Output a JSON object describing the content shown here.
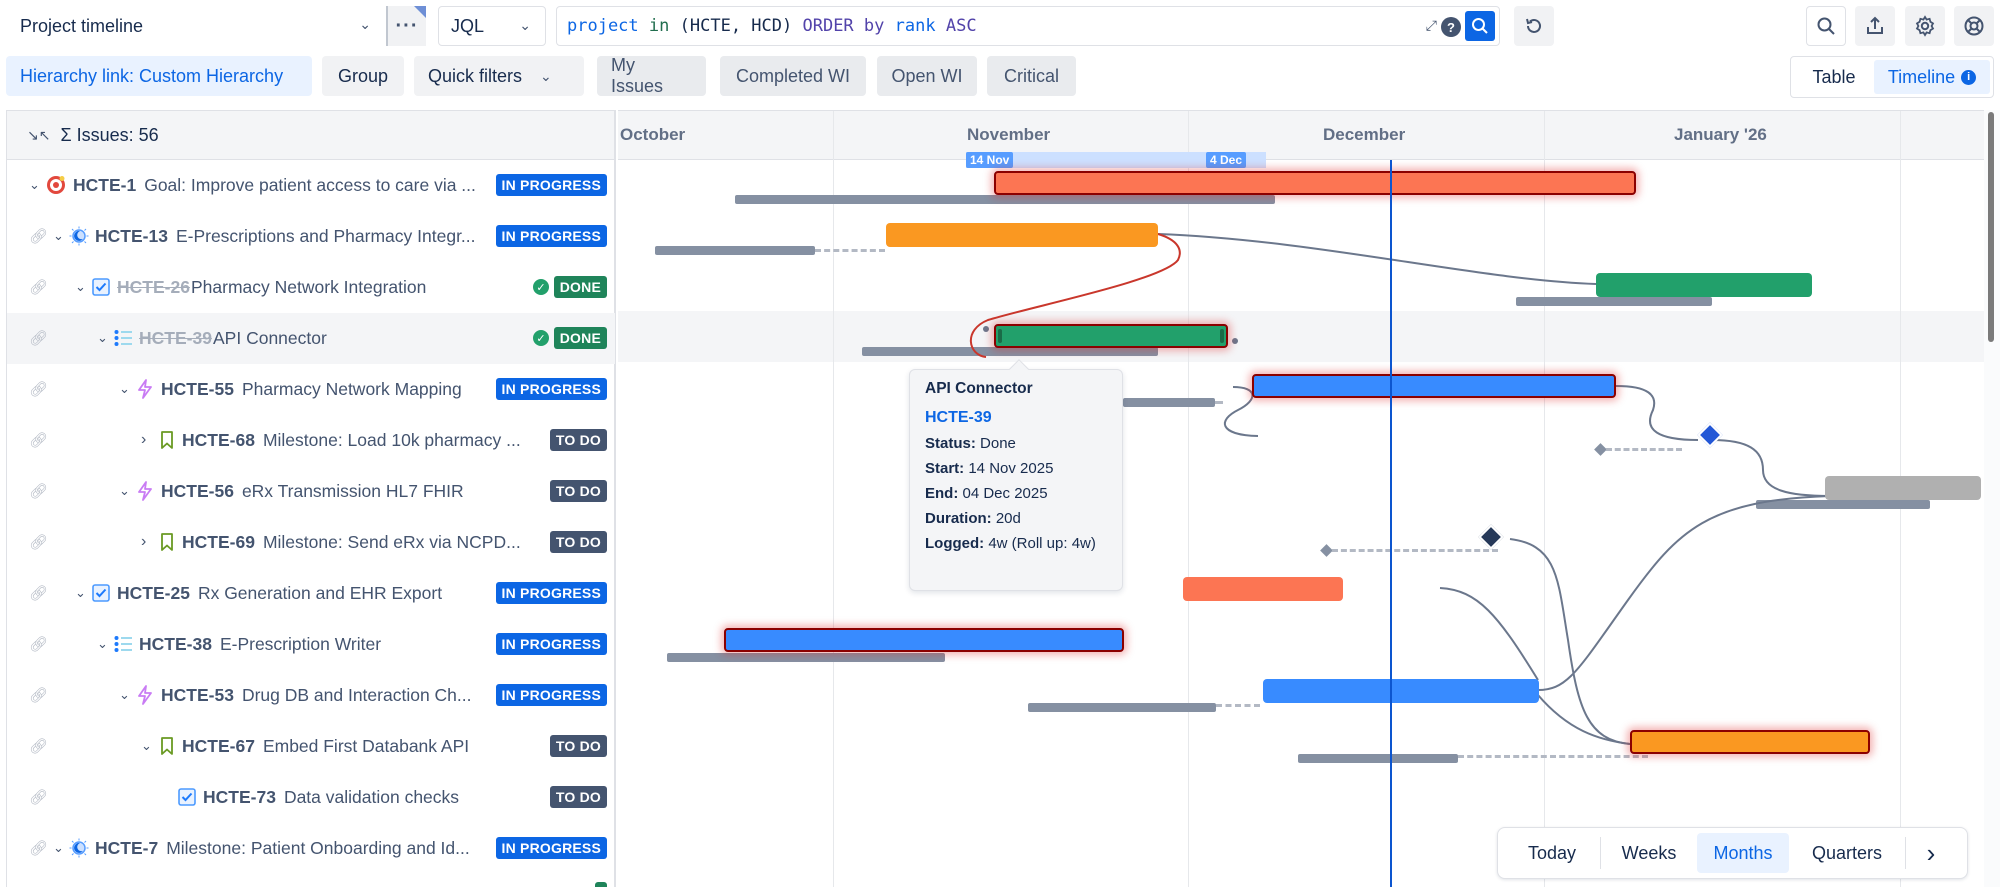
{
  "header": {
    "view_name": "Project timeline",
    "query_mode": "JQL",
    "query": {
      "t1": "project",
      "t2": "in",
      "t3": "(HCTE, HCD)",
      "t4": "ORDER",
      "t5": "by",
      "t6": "rank",
      "t7": "ASC"
    },
    "help_glyph": "?"
  },
  "filters": {
    "hierarchy": "Hierarchy link: Custom Hierarchy",
    "group": "Group",
    "quick_filters": "Quick filters",
    "items": [
      "My Issues",
      "Completed WI",
      "Open WI",
      "Critical"
    ]
  },
  "view_toggle": {
    "table": "Table",
    "timeline": "Timeline"
  },
  "grid": {
    "issues_count_label": "Σ Issues: 56",
    "rows": [
      {
        "key": "HCTE-1",
        "summary": "Goal: Improve patient access to care via ...",
        "status": "IN PROGRESS",
        "type": "goal"
      },
      {
        "key": "HCTE-13",
        "summary": "E-Prescriptions and Pharmacy Integr...",
        "status": "IN PROGRESS",
        "type": "initiative"
      },
      {
        "key": "HCTE-26",
        "summary": "Pharmacy Network Integration",
        "status": "DONE",
        "type": "task"
      },
      {
        "key": "HCTE-39",
        "summary": "API Connector",
        "status": "DONE",
        "type": "epic"
      },
      {
        "key": "HCTE-55",
        "summary": "Pharmacy Network Mapping",
        "status": "IN PROGRESS",
        "type": "feature"
      },
      {
        "key": "HCTE-68",
        "summary": "Milestone: Load 10k pharmacy ...",
        "status": "TO DO",
        "type": "story"
      },
      {
        "key": "HCTE-56",
        "summary": "eRx Transmission HL7 FHIR",
        "status": "TO DO",
        "type": "feature"
      },
      {
        "key": "HCTE-69",
        "summary": "Milestone: Send eRx via NCPD...",
        "status": "TO DO",
        "type": "story"
      },
      {
        "key": "HCTE-25",
        "summary": "Rx Generation and EHR Export",
        "status": "IN PROGRESS",
        "type": "task"
      },
      {
        "key": "HCTE-38",
        "summary": "E-Prescription Writer",
        "status": "IN PROGRESS",
        "type": "epic"
      },
      {
        "key": "HCTE-53",
        "summary": "Drug DB and Interaction Ch...",
        "status": "IN PROGRESS",
        "type": "feature"
      },
      {
        "key": "HCTE-67",
        "summary": "Embed First Databank API",
        "status": "TO DO",
        "type": "story"
      },
      {
        "key": "HCTE-73",
        "summary": "Data validation checks",
        "status": "TO DO",
        "type": "task"
      },
      {
        "key": "HCTE-7",
        "summary": "Milestone: Patient Onboarding and Id...",
        "status": "IN PROGRESS",
        "type": "initiative"
      }
    ]
  },
  "timeline": {
    "months": [
      "October",
      "November",
      "December",
      "January '26"
    ],
    "range_start_tag": "14 Nov",
    "range_end_tag": "4 Dec",
    "colors": {
      "red": "#fc7553",
      "orange": "#fa9821",
      "green": "#22a06b",
      "blue": "#388bff",
      "gray": "#b0b0b0",
      "baseline": "#8590a2",
      "today": "#0c55cf"
    }
  },
  "tooltip": {
    "title": "API Connector",
    "key": "HCTE-39",
    "status_label": "Status:",
    "status": "Done",
    "start_label": "Start:",
    "start": "14 Nov 2025",
    "end_label": "End:",
    "end": "04 Dec 2025",
    "duration_label": "Duration:",
    "duration": "20d",
    "logged_label": "Logged:",
    "logged": "4w (Roll up: 4w)"
  },
  "zoom_control": {
    "today": "Today",
    "weeks": "Weeks",
    "months": "Months",
    "quarters": "Quarters",
    "next_glyph": "›"
  }
}
